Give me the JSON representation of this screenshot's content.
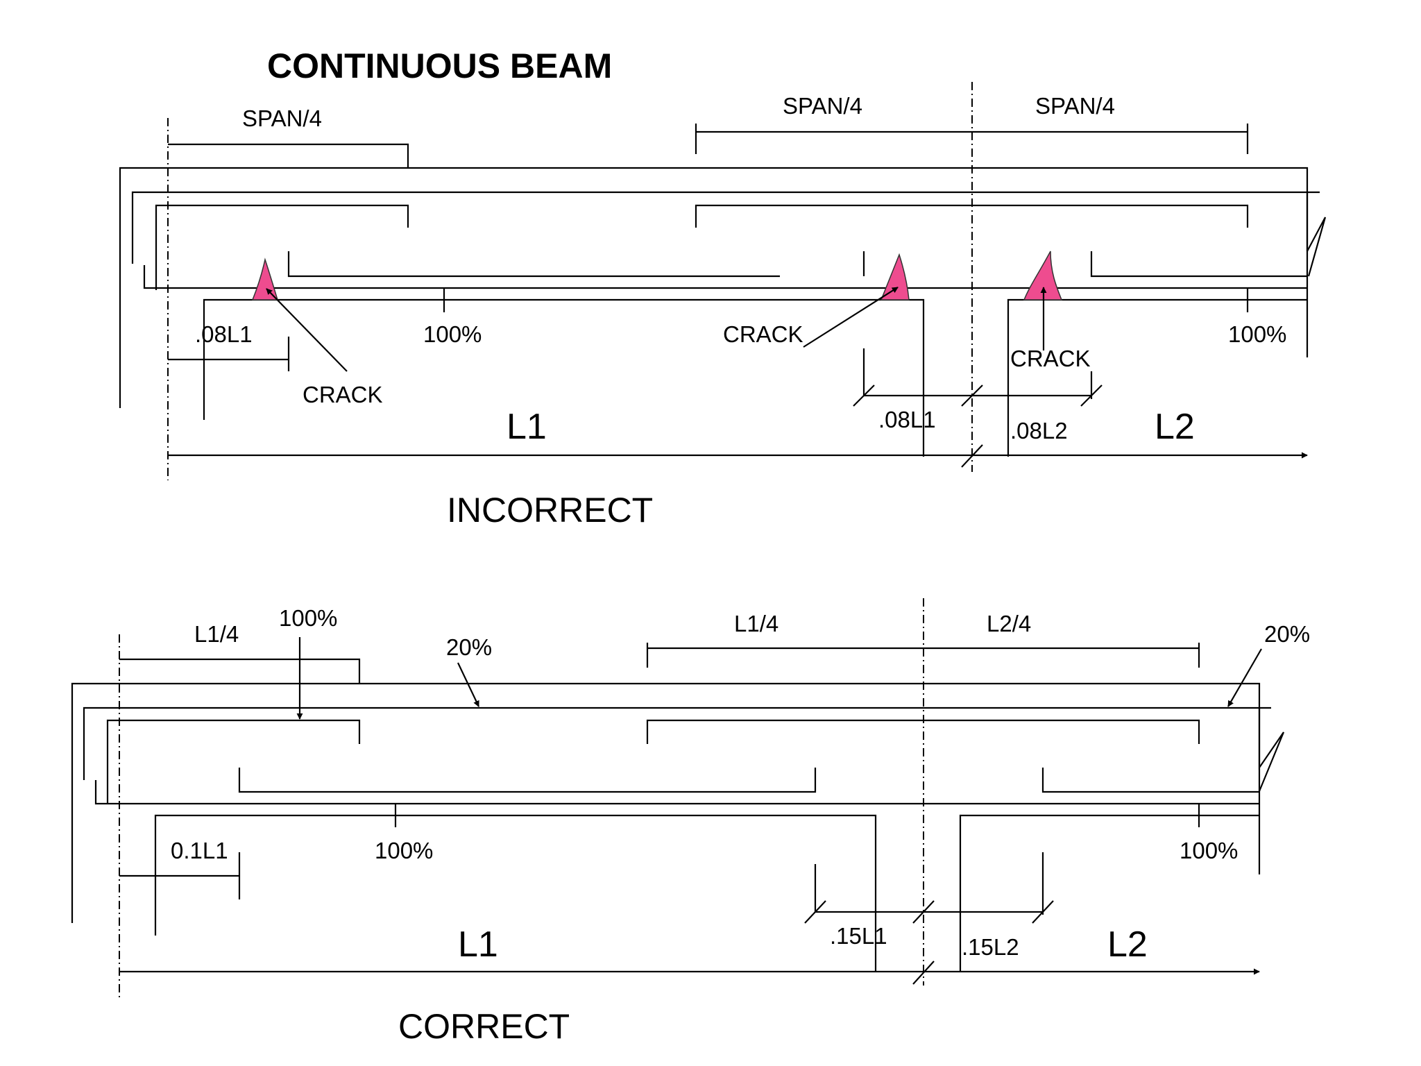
{
  "title": "CONTINUOUS BEAM",
  "incorrect": {
    "caption": "INCORRECT",
    "span_left": "SPAN/4",
    "span_mid": "SPAN/4",
    "span_right": "SPAN/4",
    "pct_left": "100%",
    "pct_right": "100%",
    "dim_left": ".08L1",
    "dim_mid_left": ".08L1",
    "dim_mid_right": ".08L2",
    "crack_1": "CRACK",
    "crack_2": "CRACK",
    "crack_3": "CRACK",
    "span_l1": "L1",
    "span_l2": "L2",
    "crack_color": "#ee4c8f"
  },
  "correct": {
    "caption": "CORRECT",
    "top_left": "L1/4",
    "top_mid": "L1/4",
    "top_right": "L2/4",
    "pct_top_100": "100%",
    "pct_top_20_a": "20%",
    "pct_top_20_b": "20%",
    "pct_bot_left": "100%",
    "pct_bot_right": "100%",
    "dim_left": "0.1L1",
    "dim_mid_left": ".15L1",
    "dim_mid_right": ".15L2",
    "span_l1": "L1",
    "span_l2": "L2"
  }
}
